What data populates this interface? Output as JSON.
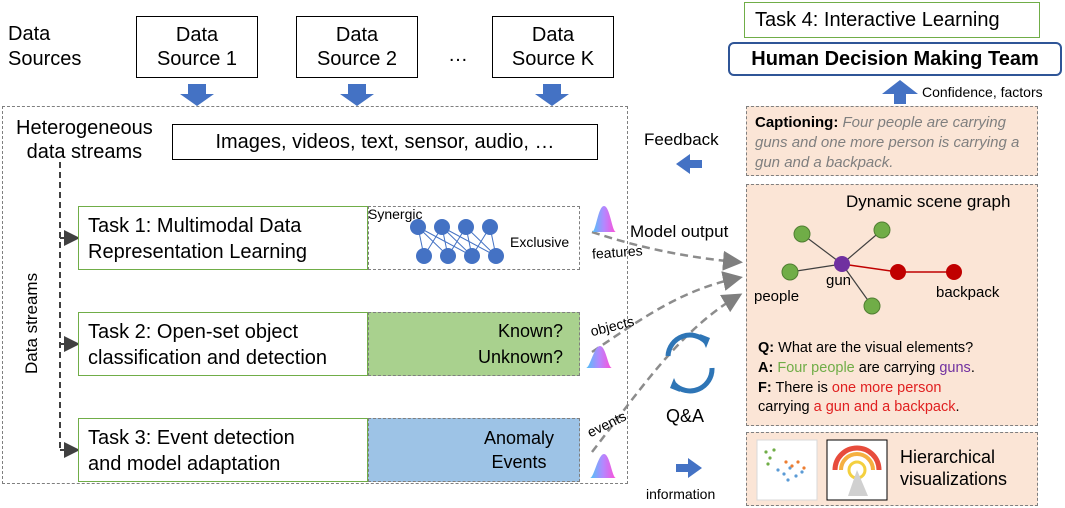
{
  "sources_label": "Data\nSources",
  "sources": [
    "Data\nSource 1",
    "Data\nSource 2",
    "Data\nSource K"
  ],
  "ellipsis": "…",
  "task4": "Task 4: Interactive Learning",
  "team": "Human Decision Making Team",
  "confidence": "Confidence, factors",
  "hetero": "Heterogeneous\ndata streams",
  "modalities": "Images, videos, text, sensor, audio, …",
  "feedback": "Feedback",
  "data_streams": "Data streams",
  "task1": "Task 1: Multimodal Data\nRepresentation Learning",
  "task2": "Task 2: Open-set object\nclassification and detection",
  "task3": "Task 3: Event detection\nand model adaptation",
  "synergic": "Synergic",
  "exclusive": "Exclusive",
  "known": "Known?\nUnknown?",
  "anomaly": "Anomaly\nEvents",
  "model_output": "Model output",
  "features": "features",
  "objects": "objects",
  "events": "events",
  "qa": "Q&A",
  "information": "information",
  "captioning_label": "Captioning:",
  "captioning_text": "Four people are carrying guns and one more person is carrying a gun and a backpack.",
  "scene_graph_title": "Dynamic scene graph",
  "node_people": "people",
  "node_gun": "gun",
  "node_backpack": "backpack",
  "q_label": "Q:",
  "q_text": "What are the visual elements?",
  "a_label": "A:",
  "a_part1": "Four people",
  "a_part2": " are carrying ",
  "a_part3": "guns",
  "a_part4": ".",
  "f_label": "F:",
  "f_part1": " There is ",
  "f_part2": "one more person",
  "f_part3": "carrying ",
  "f_part4": "a gun and a backpack",
  "f_part5": ".",
  "hier": "Hierarchical\nvisualizations",
  "colors": {
    "green": "#70ad47",
    "purple": "#7030a0",
    "red": "#c00000",
    "blue": "#4472c4",
    "gray": "#7f7f7f"
  }
}
